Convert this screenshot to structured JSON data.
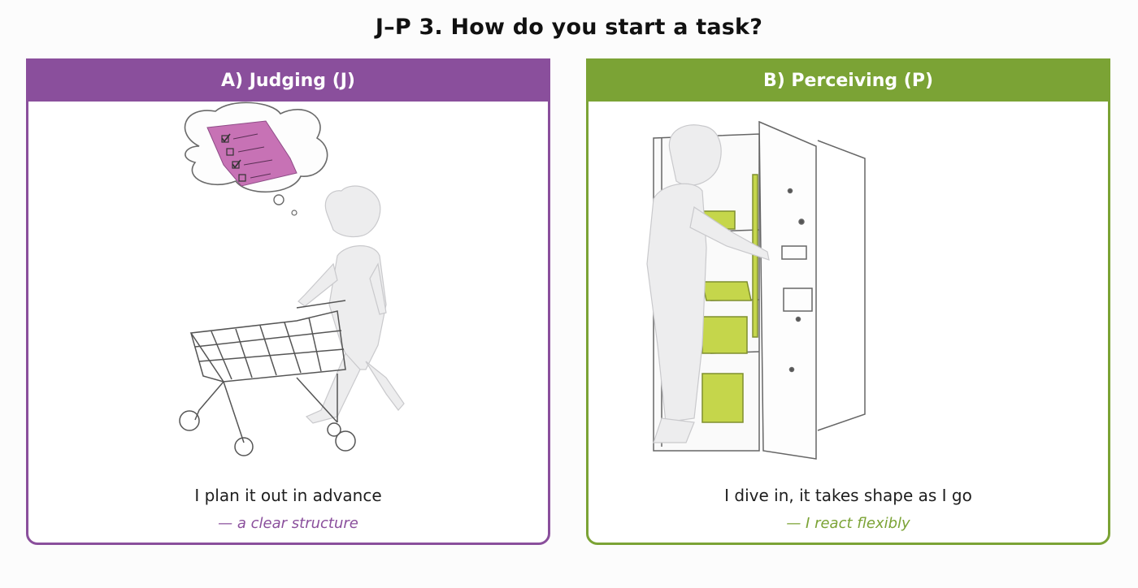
{
  "page": {
    "title": "J–P 3. How do you start a task?"
  },
  "options": [
    {
      "header": "A) Judging (J)",
      "caption": "I plan it out in advance",
      "subcaption": "— a clear structure",
      "accent_color": "#8a4f9c",
      "illustration_icon": "figure-shopping-cart-with-checklist-icon"
    },
    {
      "header": "B) Perceiving (P)",
      "caption": "I dive in, it takes shape as I go",
      "subcaption": "— I react flexibly",
      "accent_color": "#7ba335",
      "illustration_icon": "figure-opening-fridge-icon"
    }
  ]
}
